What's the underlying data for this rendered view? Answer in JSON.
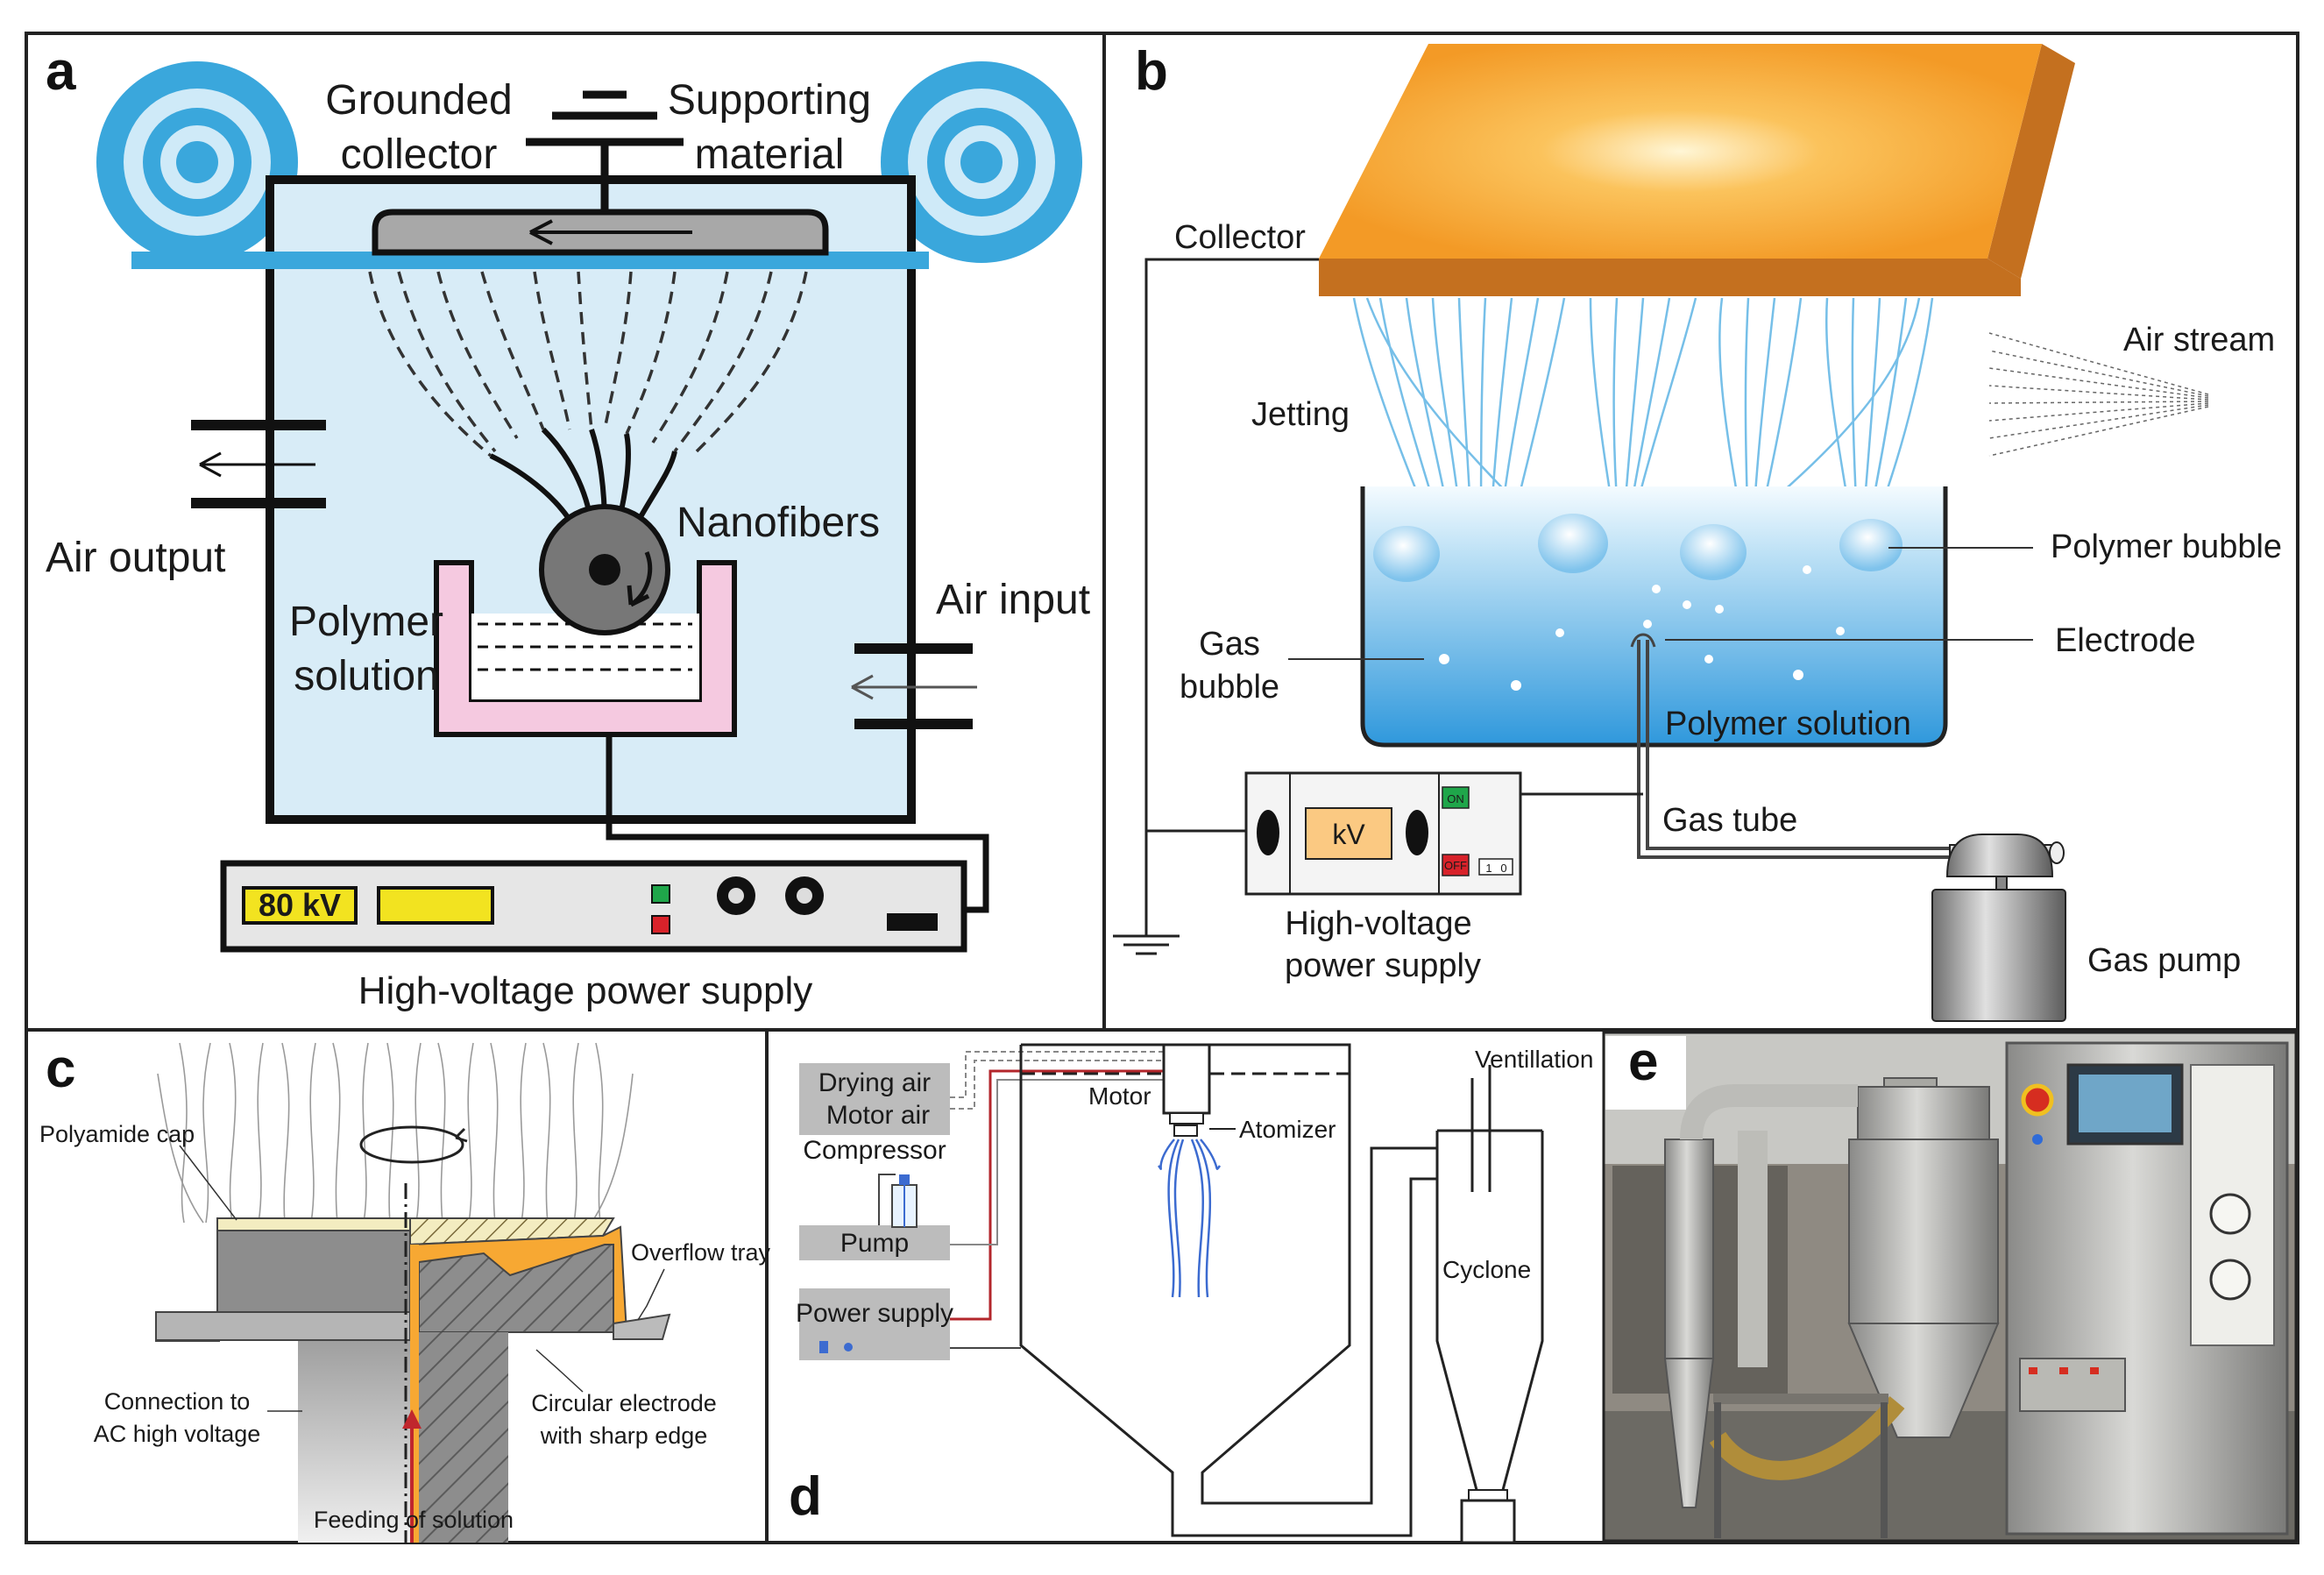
{
  "panels": {
    "a": {
      "letter": "a",
      "grounded_l1": "Grounded",
      "grounded_l2": "collector",
      "supporting_l1": "Supporting",
      "supporting_l2": "material",
      "nanofibers": "Nanofibers",
      "air_output": "Air output",
      "air_input": "Air input",
      "polymer_l1": "Polymer",
      "polymer_l2": "solution",
      "display": "80 kV",
      "supply": "High-voltage power supply"
    },
    "b": {
      "letter": "b",
      "collector": "Collector",
      "air_stream": "Air stream",
      "jetting": "Jetting",
      "polymer_bubble": "Polymer bubble",
      "gas_l1": "Gas",
      "gas_l2": "bubble",
      "electrode": "Electrode",
      "polymer_solution": "Polymer solution",
      "gas_tube": "Gas tube",
      "kv": "kV",
      "on": "ON",
      "off": "OFF",
      "switch_1": "1",
      "switch_0": "0",
      "supply_l1": "High-voltage",
      "supply_l2": "power supply",
      "gas_pump": "Gas pump"
    },
    "c": {
      "letter": "c",
      "polyamide_cap": "Polyamide cap",
      "overflow_tray": "Overflow tray",
      "connection_l1": "Connection to",
      "connection_l2": "AC high voltage",
      "electrode_l1": "Circular electrode",
      "electrode_l2": "with sharp edge",
      "feeding": "Feeding of solution"
    },
    "d": {
      "letter": "d",
      "drying_air": "Drying air",
      "motor_air": "Motor air",
      "compressor": "Compressor",
      "pump": "Pump",
      "power_supply": "Power supply",
      "motor": "Motor",
      "atomizer": "Atomizer",
      "ventillation": "Ventillation",
      "cyclone": "Cyclone"
    },
    "e": {
      "letter": "e"
    }
  },
  "colors": {
    "light_blue": "#d8ecf7",
    "roller_blue": "#3aa7dc",
    "orange": "#f7a833",
    "pink": "#f5c9e0",
    "liquid_blue": "#39a6e0",
    "display_yellow": "#f2e320",
    "red_line": "#b3262b"
  }
}
